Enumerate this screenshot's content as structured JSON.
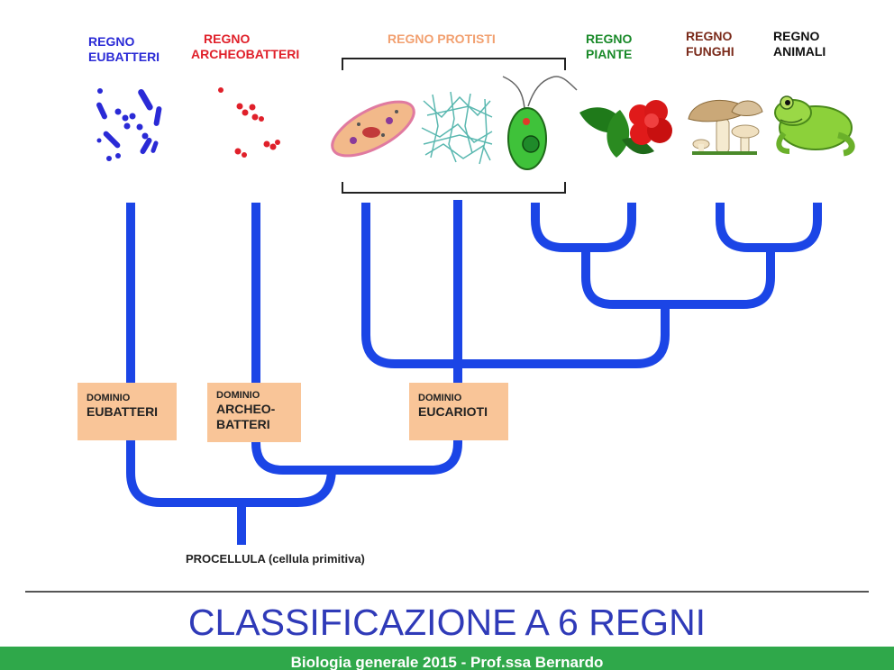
{
  "kingdoms": [
    {
      "line1": "REGNO",
      "line2": "EUBATTERI",
      "color": "#2a2ad6",
      "icon": "bacteria-icon"
    },
    {
      "line1": "REGNO",
      "line2": "ARCHEOBATTERI",
      "color": "#e0202a",
      "icon": "archaea-icon"
    },
    {
      "line1": "REGNO PROTISTI",
      "line2": "",
      "color": "#f2a070",
      "icon": "protist-icon"
    },
    {
      "line1": "REGNO",
      "line2": "PIANTE",
      "color": "#1a8a2a",
      "icon": "flower-icon"
    },
    {
      "line1": "REGNO",
      "line2": "FUNGHI",
      "color": "#7a2a1a",
      "icon": "mushroom-icon"
    },
    {
      "line1": "REGNO",
      "line2": "ANIMALI",
      "color": "#111111",
      "icon": "frog-icon"
    }
  ],
  "domains": [
    {
      "small": "DOMINIO",
      "lines": [
        "EUBATTERI"
      ]
    },
    {
      "small": "DOMINIO",
      "lines": [
        "ARCHEO-",
        "BATTERI"
      ]
    },
    {
      "small": "DOMINIO",
      "lines": [
        "EUCARIOTI"
      ]
    }
  ],
  "root_label": "PROCELLULA (cellula primitiva)",
  "title": "CLASSIFICAZIONE A 6 REGNI",
  "footer": "Biologia generale 2015    -    Prof.ssa Bernardo",
  "colors": {
    "tree": "#1b45e6",
    "box": "#f9c598",
    "title": "#2f3ab8",
    "footer": "#2fa84a"
  }
}
